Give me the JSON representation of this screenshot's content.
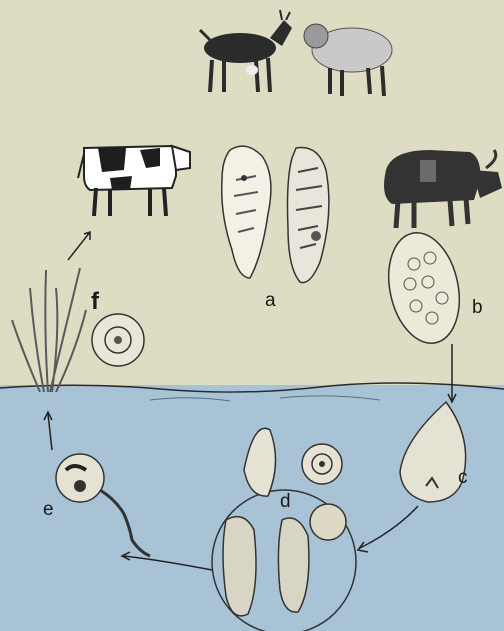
{
  "labels": {
    "a": "a",
    "b": "b",
    "c": "c",
    "d": "d",
    "e": "e",
    "f": "f"
  },
  "stages": {
    "a": "adult-flukes",
    "b": "egg",
    "c": "miracidium",
    "d": "snail-host-stages",
    "e": "cercaria",
    "f": "metacercaria"
  },
  "hosts": [
    "goat",
    "sheep",
    "cow",
    "buffalo"
  ],
  "colors": {
    "pasture": "#dfdcc4",
    "water": "#a8c3d6",
    "ink": "#1a1a1a"
  }
}
